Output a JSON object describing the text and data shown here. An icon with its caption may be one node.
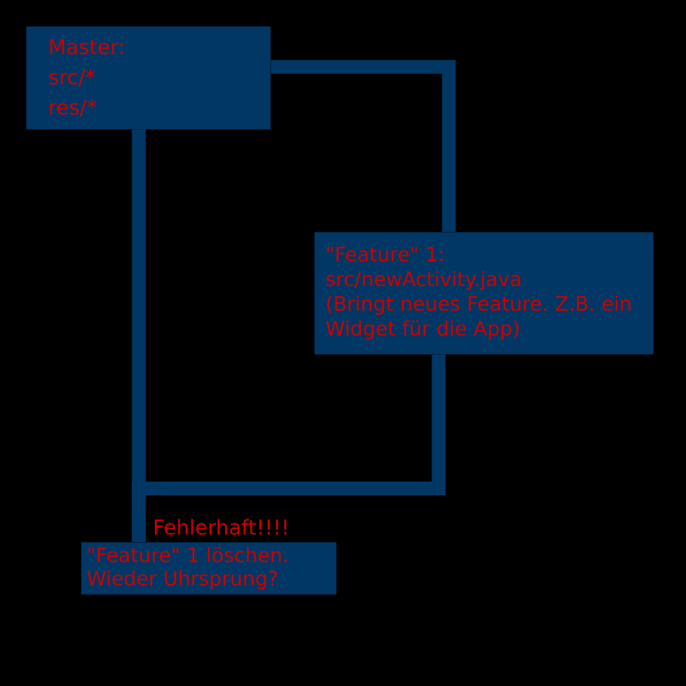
{
  "diagram": {
    "nodes": [
      {
        "text": [
          "Master:",
          "src/*",
          "res/*"
        ]
      },
      {
        "text": [
          "\"Feature\" 1:",
          "src/newActivity.java",
          "(Bringt neues Feature. Z.B. ein Widget für die App)"
        ]
      },
      {
        "text": [
          "\"Feature\" 1 löschen. Wieder Uhrsprung?"
        ]
      }
    ],
    "edges": [
      {
        "from": 0,
        "to": 1,
        "arrow": "none"
      },
      {
        "from": 1,
        "to": 2,
        "arrow": "none",
        "label": "Fehlerhaft!!!!"
      },
      {
        "from": 0,
        "to": 2,
        "arrow": "none"
      }
    ]
  }
}
